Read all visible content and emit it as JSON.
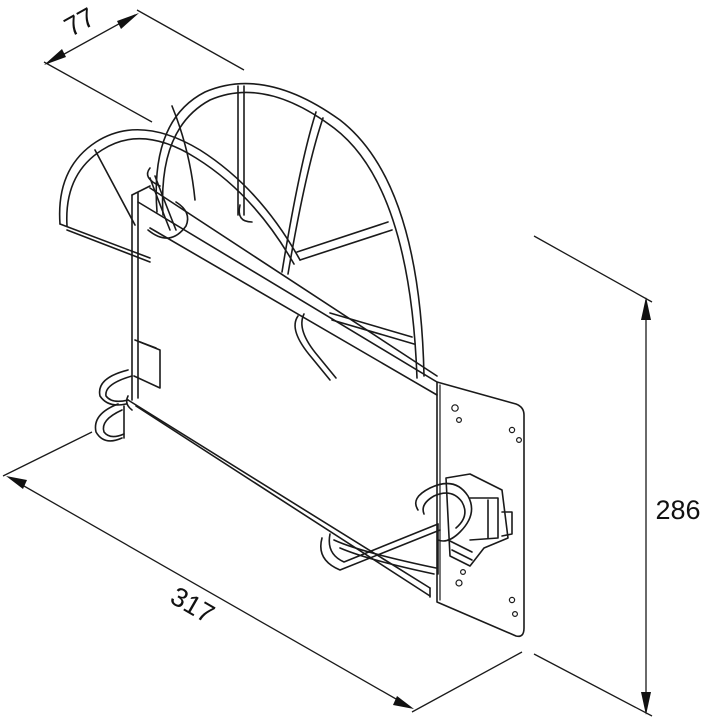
{
  "drawing": {
    "dimensions": {
      "depth": "77",
      "width": "317",
      "height": "286"
    }
  }
}
